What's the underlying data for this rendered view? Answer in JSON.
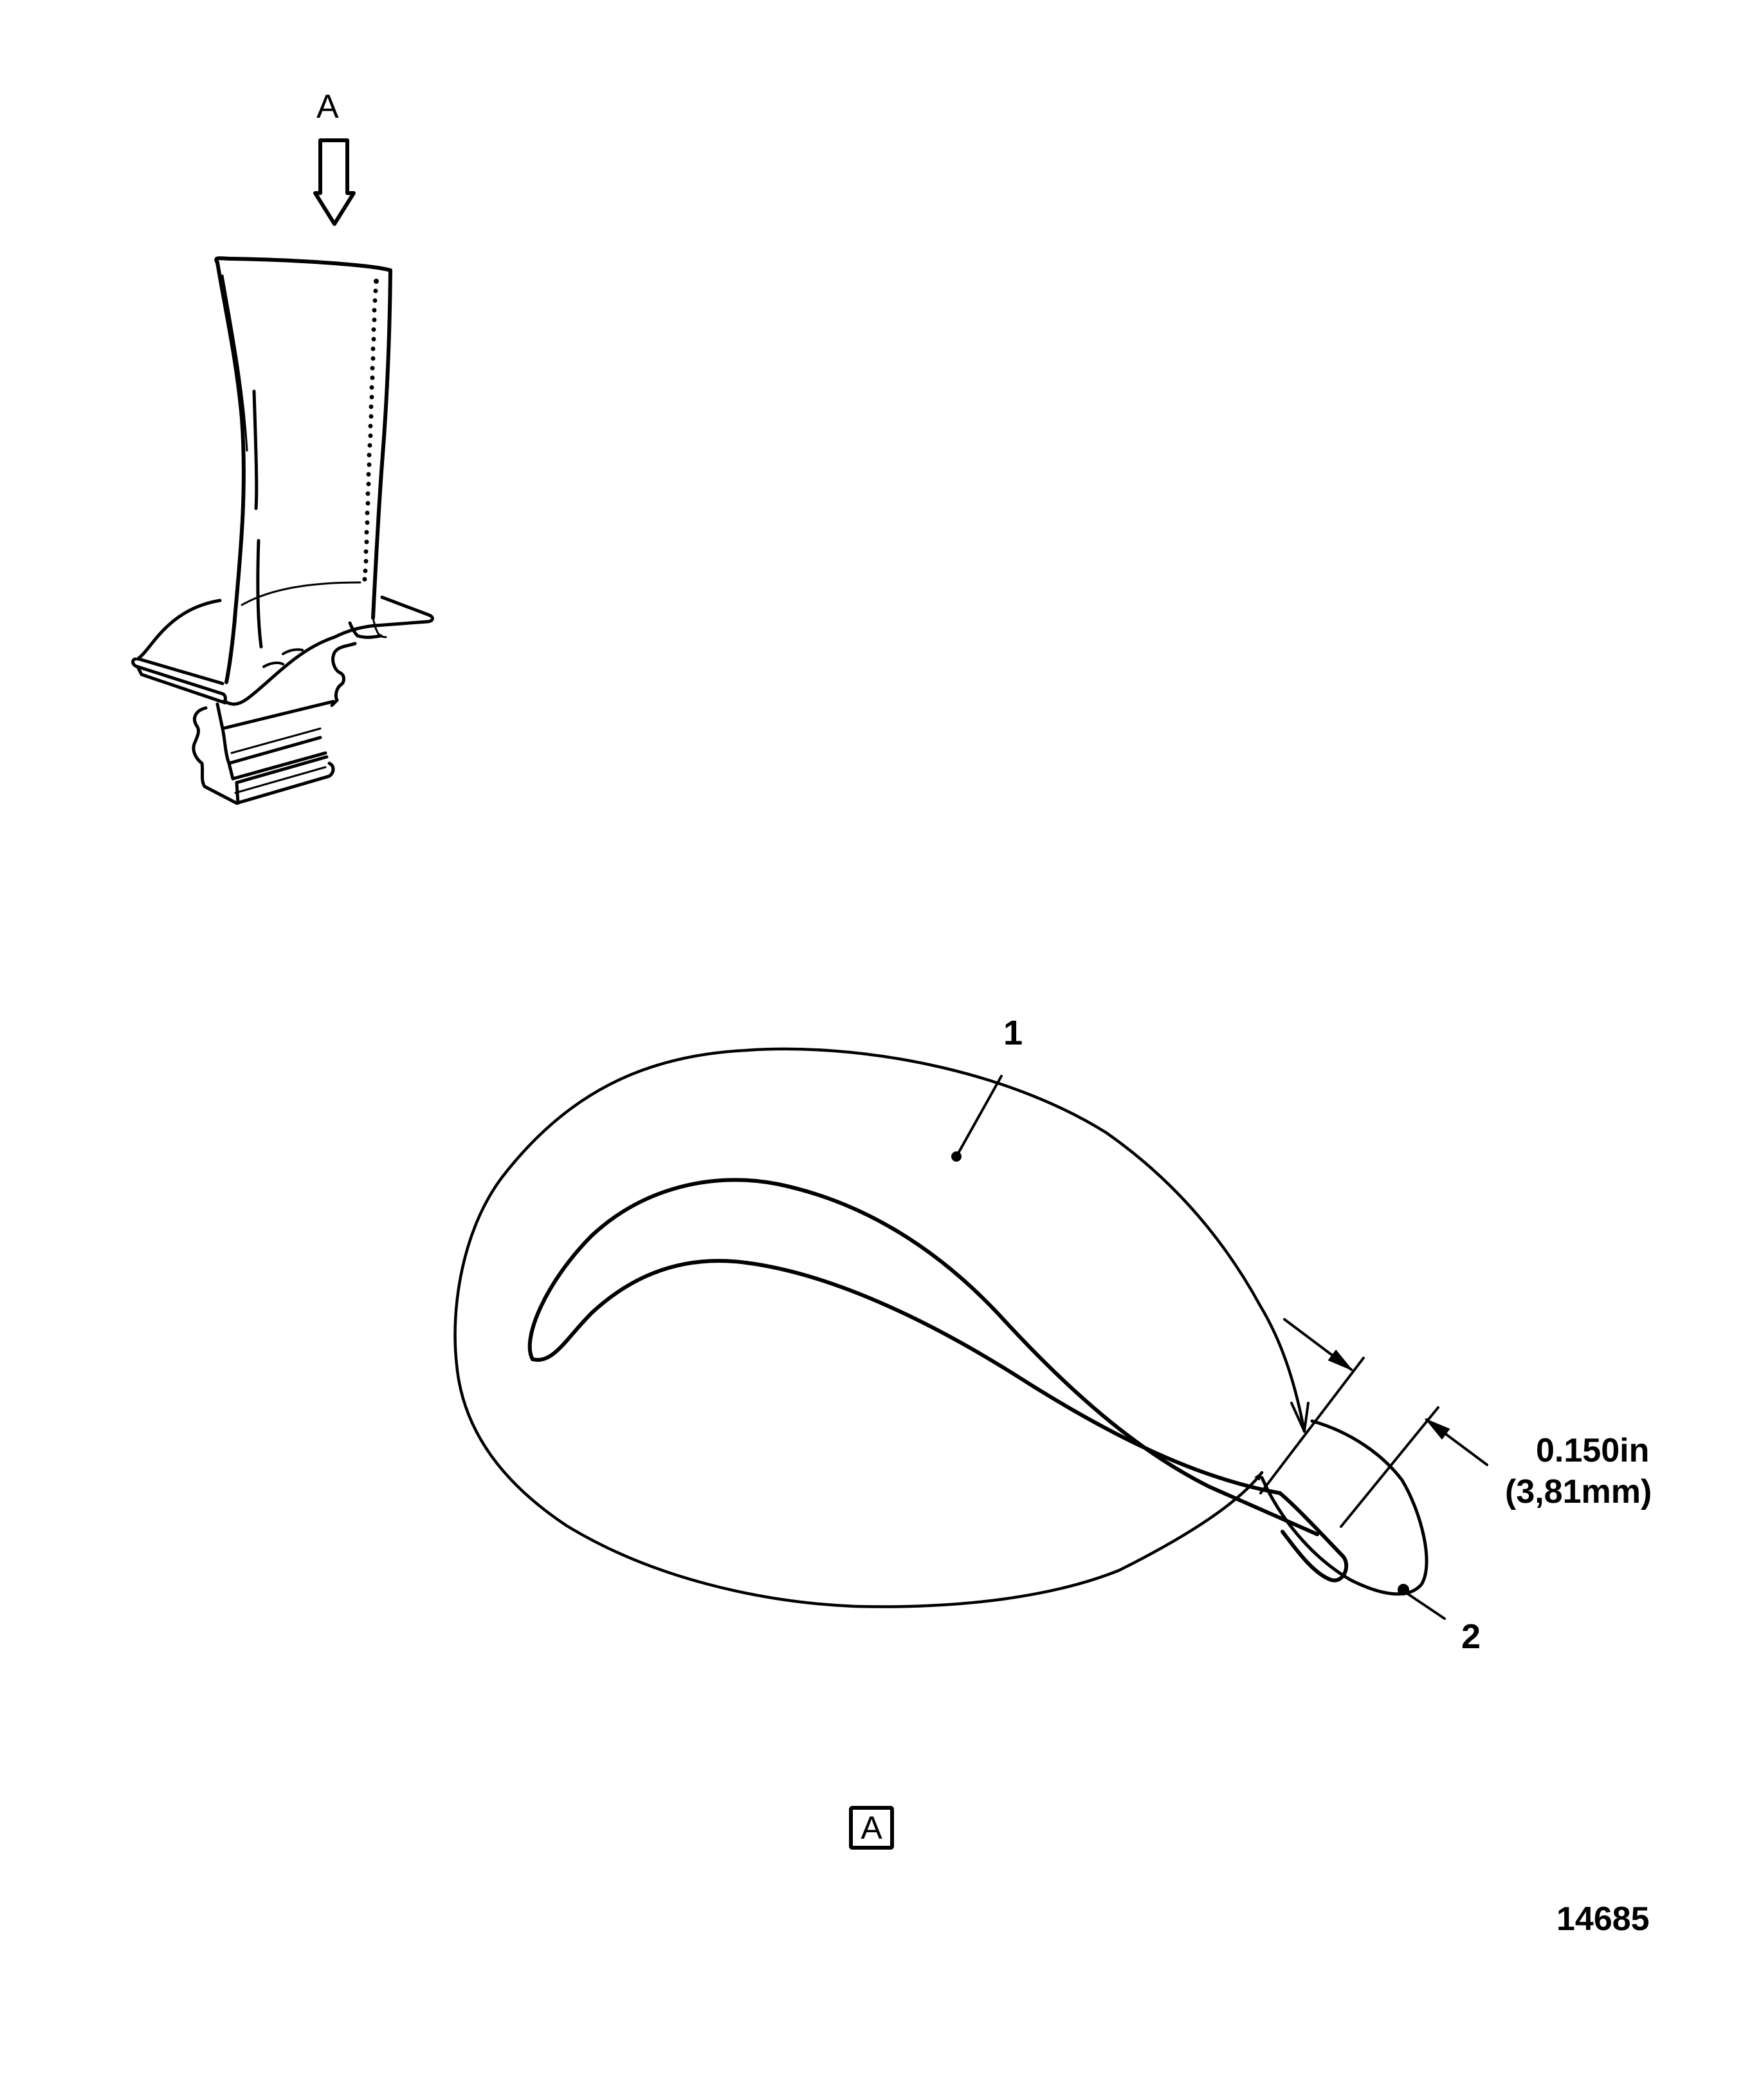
{
  "figure": {
    "view_direction_label": "A",
    "section_label": "A",
    "figure_number": "14685"
  },
  "isometric_view": {
    "subject": "turbine-blade",
    "view_arrow": {
      "label": "A",
      "direction": "down"
    },
    "cooling_holes": "trailing-edge row"
  },
  "section_view": {
    "subject": "blade-airfoil-cross-section",
    "callouts": [
      {
        "id": "1",
        "label": "1"
      },
      {
        "id": "2",
        "label": "2"
      }
    ],
    "dimension": {
      "value_in": "0.150in",
      "value_mm": "(3,81mm)"
    }
  },
  "colors": {
    "line": "#000000",
    "background": "#ffffff"
  }
}
